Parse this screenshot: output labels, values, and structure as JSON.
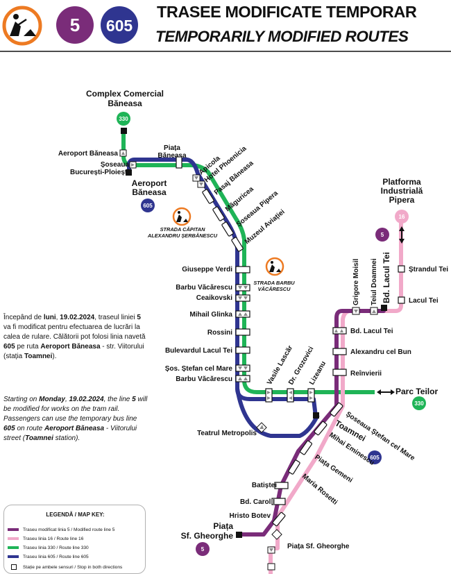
{
  "header": {
    "line_badges": [
      "5",
      "605"
    ],
    "title_ro": "TRASEE MODIFICATE TEMPORAR",
    "title_en": "TEMPORARILY MODIFIED ROUTES"
  },
  "colors": {
    "line5": "#7a2c79",
    "line16": "#f1a9c9",
    "line330": "#1fb457",
    "line605": "#2f3590",
    "works": "#ed7a22"
  },
  "notice": {
    "ro": {
      "p1": "Începând de ",
      "b1": "luni",
      "p2": ", ",
      "b2": "19.02.2024",
      "p3": ", traseul liniei ",
      "b3": "5",
      "p4": " va fi modificat pentru efectuarea de lucrări la calea de rulare. Călătorii pot folosi linia navetă ",
      "b4": "605",
      "p5": " pe ruta ",
      "b5": "Aeroport Băneasa",
      "p6": " - str. Viitorului (stația ",
      "b6": "Toamnei",
      "p7": ")."
    },
    "en": {
      "p1": "Starting on ",
      "b1": "Monday",
      "p2": ", ",
      "b2": "19.02.2024",
      "p3": ", the line ",
      "b3": "5",
      "p4": " will be modified for works on the tram rail. Passengers can use the temporary bus line ",
      "b4": "605",
      "p5": " on route ",
      "b5": "Aeroport Băneasa",
      "p6": " - Viitorului street (",
      "b6": "Toamnei",
      "p7": " station)."
    }
  },
  "map": {
    "termini": {
      "complex": [
        "Complex Comercial",
        "Băneasa"
      ],
      "aeroport": [
        "Aeroport",
        "Băneasa"
      ],
      "platforma": [
        "Platforma",
        "Industrială",
        "Pipera"
      ],
      "parc_tei": "Parc Teilor",
      "piata_sf": [
        "Piața",
        "Sf. Gheorghe"
      ],
      "toamnei": "Toamnei",
      "bd_lacul_tei": "Bd. Lacul Tei"
    },
    "badges": {
      "complex": "330",
      "aeroport": "605",
      "platforma": "16",
      "lacul_tei_5": "5",
      "parc_tei": "330",
      "toamnei": "605",
      "piata_sf": "5"
    },
    "works_labels": {
      "capitan": [
        "STRADA CĂPITAN",
        "ALEXANDRU ȘERBĂNESCU"
      ],
      "barbu": [
        "STRADA BARBU",
        "VĂCĂRESCU"
      ]
    },
    "stops": {
      "aeroport_baneasa": "Aeroport Băneasa",
      "soseaua_buc": [
        "Șoseaua",
        "București-Ploiești"
      ],
      "piata_baneasa": [
        "Piața",
        "Băneasa"
      ],
      "apicola": "Apicola",
      "hotel_phoenicia": "Hotel Phoenicia",
      "pasaj_baneasa": "Pasaj Băneasa",
      "magurele": "Măguricea",
      "soseaua_pipera": "Șoseaua Pipera",
      "muzeul_aviatiei": "Muzeul Aviației",
      "giuseppe_verdi": "Giuseppe Verdi",
      "barbu_vacarescu": "Barbu Văcărescu",
      "ceaikovski": "Ceaikovski",
      "mihail_glinka": "Mihail Glinka",
      "rossini": "Rossini",
      "bd_lacul_tei": "Bulevardul Lacul Tei",
      "sos_stefan": "Șos. Ștefan cel Mare",
      "barbu_vacarescu2": "Barbu Văcărescu",
      "vasile_lascar": "Vasile Lascăr",
      "dr_grozovici": "Dr. Grozovici",
      "lizeanu": "Lizeanu",
      "teatrul_metropolis": "Teatrul Metropolis",
      "grigore_moisil": "Grigore Moisil",
      "teiul_doamnei": "Teiul Doamnei",
      "strandul_tei": "Ștrandul Tei",
      "lacul_tei": "Lacul Tei",
      "bd_lacul_tei_5": "Bd. Lacul Tei",
      "alexandru_cel_bun": "Alexandru cel Bun",
      "reinvierii": "Reînvierii",
      "sos_stefan_cel_mare": "Șoseaua Ștefan cel Mare",
      "mihai_eminescu": "Mihai Eminescu",
      "piata_gemeni": "Piața Gemeni",
      "maria_rosetti": "Maria Rosetti",
      "batistei": "Batiștei",
      "bd_carol": "Bd. Carol I",
      "hristo_botev": "Hristo Botev",
      "piata_sf_gheorghe": "Piața Sf. Gheorghe"
    }
  },
  "legend": {
    "title": "LEGENDĂ / MAP KEY:",
    "rows": [
      {
        "label": "Traseu modificat linia 5 / Modified route line 5",
        "color": "#7a2c79"
      },
      {
        "label": "Traseu linia 16 / Route line 16",
        "color": "#f1a9c9"
      },
      {
        "label": "Traseu linia 330 / Route line 330",
        "color": "#1fb457"
      },
      {
        "label": "Traseu linia 605 / Route line 605",
        "color": "#2f3590"
      }
    ],
    "stop_both": "Stație pe ambele sensuri / Stop in both directions"
  }
}
